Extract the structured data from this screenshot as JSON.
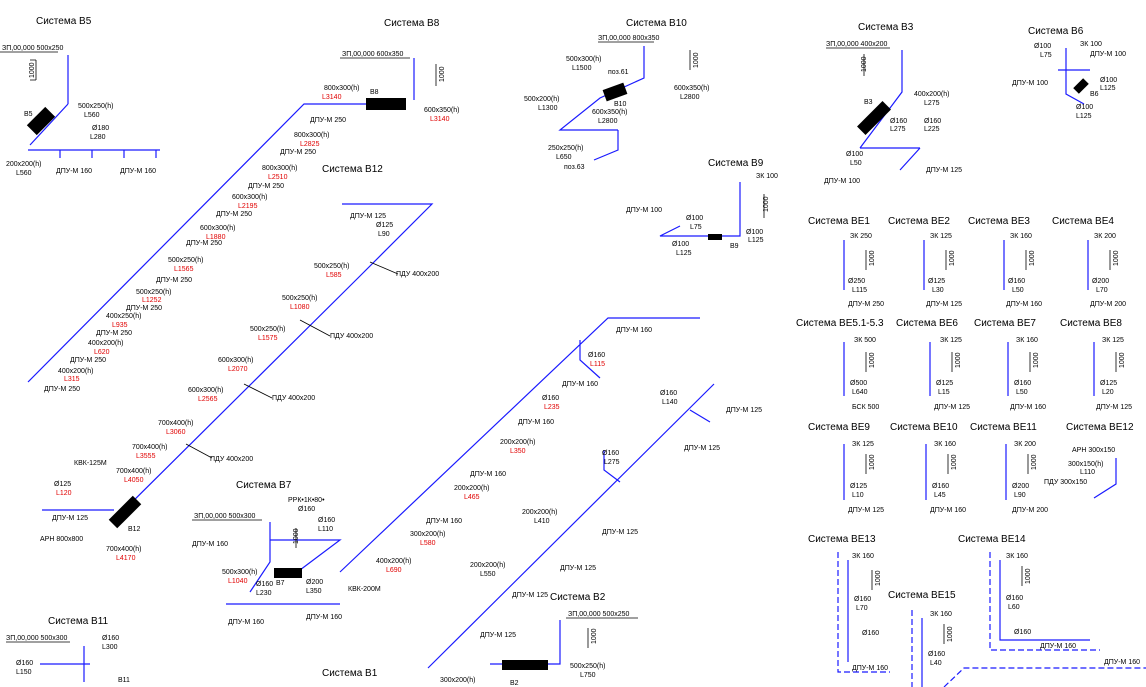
{
  "titles": {
    "b5": "Система В5",
    "b8": "Система В8",
    "b10": "Система В10",
    "b3": "Система В3",
    "b6": "Система В6",
    "b9": "Система В9",
    "b12": "Система В12",
    "b7": "Система В7",
    "b11": "Система В11",
    "b1": "Система В1",
    "b2": "Система В2",
    "be1": "Система ВЕ1",
    "be2": "Система ВЕ2",
    "be3": "Система ВЕ3",
    "be4": "Система ВЕ4",
    "be51": "Система ВЕ5.1-5.3",
    "be6": "Система ВЕ6",
    "be7": "Система ВЕ7",
    "be8": "Система ВЕ8",
    "be9": "Система ВЕ9",
    "be10": "Система ВЕ10",
    "be11": "Система ВЕ11",
    "be12": "Система ВЕ12",
    "be13": "Система ВЕ13",
    "be14": "Система ВЕ14",
    "be15": "Система ВЕ15"
  },
  "labels": {
    "zp_b5": "ЗП,00,000 500х250",
    "b5_tag": "В5",
    "b5_d1": "500х250(h)",
    "b5_d1l": "L560",
    "b5_d2": "Ø180",
    "b5_d2l": "L280",
    "b5_d3": "200х200(h)",
    "b5_d3l": "L560",
    "dpu160": "ДПУ-М 160",
    "zp_b8": "ЗП,00,000 600х350",
    "b8_tag": "В8",
    "b8_d1": "800х300(h)",
    "b8_d1l": "L3140",
    "b8_d2": "600х350(h)",
    "b8_d2l": "L3140",
    "dpu250": "ДПУ-М 250",
    "dpu125": "ДПУ-М 125",
    "dpu100": "ДПУ-М 100",
    "dpu200": "ДПУ-М 200",
    "b8_s1": "800х300(h)",
    "b8_s1l": "L2825",
    "b8_s2": "800х300(h)",
    "b8_s2l": "L2510",
    "b8_s3": "600х300(h)",
    "b8_s3l": "L2195",
    "b8_s4": "600х300(h)",
    "b8_s4l": "L1880",
    "b8_s5": "500х250(h)",
    "b8_s5l": "L1565",
    "b8_s6": "500х250(h)",
    "b8_s6l": "L1252",
    "b8_s7": "400х250(h)",
    "b8_s7l": "L935",
    "b8_s8": "400х200(h)",
    "b8_s8l": "L620",
    "b8_s9": "400х200(h)",
    "b8_s9l": "L315",
    "zp_b10": "ЗП,00,000 800х350",
    "b10_d1": "500х300(h)",
    "b10_d1l": "L1500",
    "b10_pos61": "поз.61",
    "b10_d2": "600х350(h)",
    "b10_d2l": "L2800",
    "b10_d3": "500х200(h)",
    "b10_d3l": "L1300",
    "b10_tag": "В10",
    "b10_d4": "600х350(h)",
    "b10_d4l": "L2800",
    "b10_d5": "250х250(h)",
    "b10_d5l": "L650",
    "b10_pos63": "поз.63",
    "zp_b3": "ЗП,00,000 400х200",
    "b3_d1": "400х200(h)",
    "b3_d1l": "L275",
    "b3_tag": "В3",
    "b3_d2": "Ø160",
    "b3_d2l": "L275",
    "b3_d3": "Ø160",
    "b3_d3l": "L225",
    "b3_d4": "Ø100",
    "b3_d4l": "L50",
    "b6_d1": "Ø100",
    "b6_d1l": "L75",
    "b6_zk": "ЗК 100",
    "b6_d2": "Ø100",
    "b6_d2l": "L125",
    "b6_tag": "В6",
    "b6_d3": "Ø100",
    "b6_d3l": "L125",
    "b9_zk": "ЗК 100",
    "b9_d1": "Ø100",
    "b9_d1l": "L75",
    "b9_d2": "Ø100",
    "b9_d2l": "L125",
    "b9_d3": "Ø100",
    "b9_d3l": "L125",
    "b9_tag": "В9",
    "b12_top": "ДПУ-М 125",
    "b12_d0": "Ø125",
    "b12_d0l": "L90",
    "pdu400": "ПДУ 400х200",
    "b12_s1": "500х250(h)",
    "b12_s1l": "L585",
    "b12_s2": "500х250(h)",
    "b12_s2l": "L1080",
    "b12_s3": "500х250(h)",
    "b12_s3l": "L1575",
    "b12_s4": "600х300(h)",
    "b12_s4l": "L2070",
    "b12_s5": "600х300(h)",
    "b12_s5l": "L2565",
    "b12_s6": "700х400(h)",
    "b12_s6l": "L3060",
    "b12_s7": "700х400(h)",
    "b12_s7l": "L3555",
    "b12_s8": "700х400(h)",
    "b12_s8l": "L4050",
    "kvk125": "КВК-125М",
    "b12_d1": "Ø125",
    "b12_d1l": "L120",
    "b12_tag": "В12",
    "arn": "АРН 800х800",
    "b12_s9": "700х400(h)",
    "b12_s9l": "L4170",
    "zp_b7": "ЗП,00,000 500х300",
    "rrk": "РРК•1К•80•",
    "b7_d0": "Ø160",
    "b7_d1": "Ø160",
    "b7_d1l": "L110",
    "b7_d2": "500х300(h)",
    "b7_d2l": "L1040",
    "b7_d3": "Ø160",
    "b7_d3l": "L230",
    "b7_tag": "В7",
    "b7_d4": "Ø200",
    "b7_d4l": "L350",
    "kvk200": "КВК-200М",
    "b1_d1": "Ø160",
    "b1_d1l": "L115",
    "b1_d2": "Ø160",
    "b1_d2l": "L235",
    "b1_d3": "200х200(h)",
    "b1_d3l": "L350",
    "b1_d4": "200х200(h)",
    "b1_d4l": "L465",
    "b1_d5": "300х200(h)",
    "b1_d5l": "L580",
    "b1_d6": "400х200(h)",
    "b1_d6l": "L690",
    "b2_d1": "Ø160",
    "b2_d1l": "L140",
    "b2_d2": "Ø160",
    "b2_d2l": "L275",
    "b2_d3": "200х200(h)",
    "b2_d3l": "L410",
    "b2_d4": "200х200(h)",
    "b2_d4l": "L550",
    "zp_b2": "ЗП,00,000 500х250",
    "b2_d5": "500х250(h)",
    "b2_d5l": "L750",
    "b2_tag": "В2",
    "b2_d6": "300х200(h)",
    "zp_b11": "ЗП,00,000 500х300",
    "b11_d1": "Ø160",
    "b11_d1l": "L300",
    "b11_d2": "Ø160",
    "b11_d2l": "L150",
    "b11_tag": "В11",
    "zk250": "ЗК 250",
    "zk125": "ЗК 125",
    "zk160": "ЗК 160",
    "zk200": "ЗК 200",
    "zk500": "ЗК 500",
    "be1_d": "Ø250",
    "be1_l": "L115",
    "be2_d": "Ø125",
    "be2_l": "L30",
    "be3_d": "Ø160",
    "be3_l": "L50",
    "be4_d": "Ø200",
    "be4_l": "L70",
    "be51_d": "Ø500",
    "be51_l": "L640",
    "bsk": "БСК 500",
    "be6_d": "Ø125",
    "be6_l": "L15",
    "be7_d": "Ø160",
    "be7_l": "L50",
    "be8_d": "Ø125",
    "be8_l": "L20",
    "be9_d": "Ø125",
    "be9_l": "L10",
    "be10_d": "Ø160",
    "be10_l": "L45",
    "be11_d": "Ø200",
    "be11_l": "L90",
    "arn300": "АРН 300х150",
    "be12_d": "300х150(h)",
    "be12_l": "L110",
    "pdu300": "ПДУ 300х150",
    "be13_d": "Ø160",
    "be13_l": "L70",
    "be14_d": "Ø160",
    "be14_l": "L60",
    "be15_d": "Ø160",
    "be15_l": "L40",
    "dim1000": "1000",
    "fi160": "Ø160"
  }
}
